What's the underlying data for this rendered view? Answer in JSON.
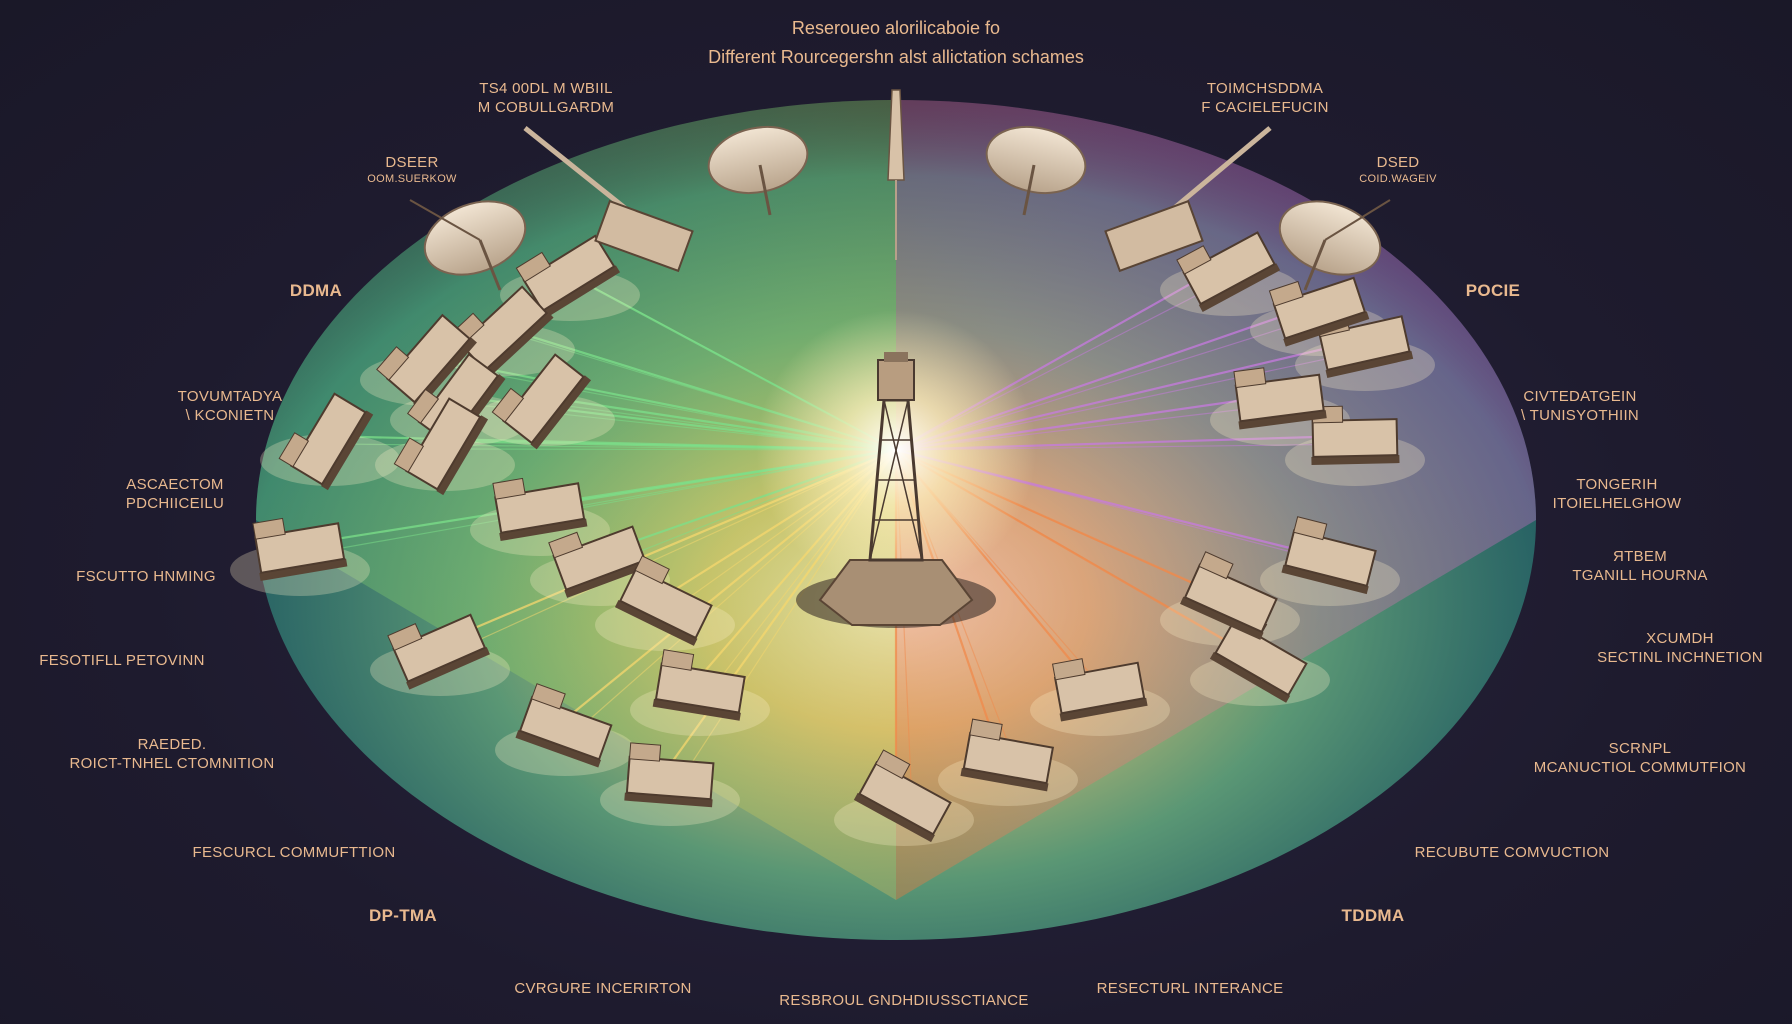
{
  "title": {
    "line1": "Reseroueo alorilicaboie fo",
    "line2": "Different Rourcegershn alst allictation schames"
  },
  "labels": {
    "top_left_center": {
      "l1": "TS4 00DL M WBIIL",
      "l2": "M COBULLGARDM"
    },
    "top_right_center": {
      "l1": "TOIMCHSDDMA",
      "l2": "F CACIELEFUCIN"
    },
    "dseer": {
      "l1": "DSEER",
      "l2": "OOM.SUERKOW"
    },
    "dsed": {
      "l1": "DSED",
      "l2": "COID.WAGEIV"
    },
    "ddma": {
      "l1": "DDMA"
    },
    "pocie": {
      "l1": "POCIE"
    },
    "left_1": {
      "l1": "TOVUMTADYA",
      "l2": "\\ KCONIETN"
    },
    "right_1": {
      "l1": "CIVTEDATGEIN",
      "l2": "\\ TUNISYOTHIIN"
    },
    "left_2": {
      "l1": "ASCAECTOM",
      "l2": "PDCHIICEILU"
    },
    "right_2": {
      "l1": "TONGERIH",
      "l2": "ITOIELHELGHOW"
    },
    "left_3": {
      "l1": "FSCUTTO HNMING"
    },
    "right_3": {
      "l1": "ЯТВЕМ",
      "l2": "TGANILL HOURNA"
    },
    "left_4": {
      "l1": "FESOTIFLL PETOVINN"
    },
    "right_4": {
      "l1": "XCUMDH",
      "l2": "SECTINL INCHNETION"
    },
    "left_5": {
      "l1": "RAEDED.",
      "l2": "ROICT-TNHEL CTOMNITION"
    },
    "right_5": {
      "l1": "SCRNPL",
      "l2": "MCANUCTIOL COMMUTFION"
    },
    "left_6": {
      "l1": "FESCURCL COMMUFTTION"
    },
    "right_6": {
      "l1": "RECUBUTE COMVUCTION"
    },
    "dp_tma": {
      "l1": "DP-TMA"
    },
    "tddma": {
      "l1": "TDDMA"
    },
    "bottom_left": {
      "l1": "CVRGURE INCERIRTON"
    },
    "bottom_center": {
      "l1": "RESBROUL GNDHDIUSSCTIANCE"
    },
    "bottom_right": {
      "l1": "RESECTURL INTERANCE"
    }
  },
  "colors": {
    "background": "#1e1b2e",
    "label_text": "#e9b98f",
    "beam_green": "#7be08a",
    "beam_purple": "#c77ae0",
    "beam_yellow": "#f5d76e",
    "beam_orange": "#f08a4b",
    "dome_teal": "#2f9b86",
    "vehicle": "#d8c2a8"
  }
}
